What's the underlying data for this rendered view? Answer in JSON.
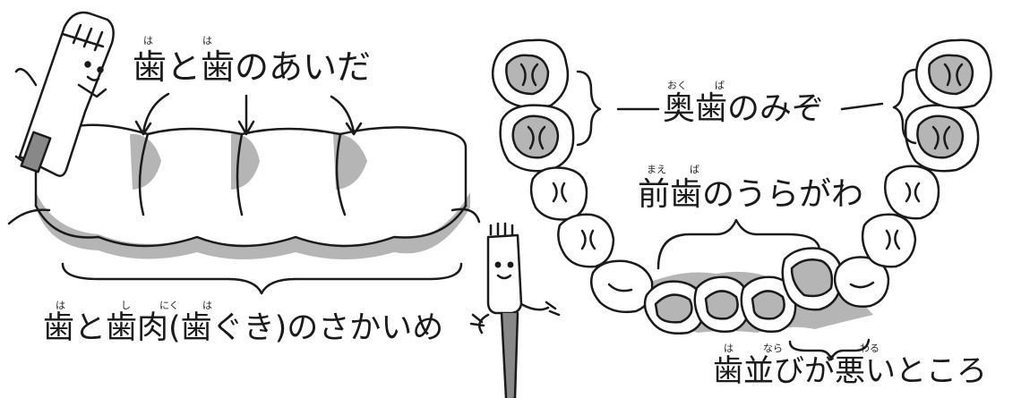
{
  "colors": {
    "ink": "#1a1a1a",
    "shade": "#b5b5b5",
    "background": "#ffffff"
  },
  "labels": {
    "between_teeth": {
      "text": "歯と歯のあいだ",
      "ruby": [
        "は",
        "は"
      ]
    },
    "gumline": {
      "text": "歯と歯肉(歯ぐき)のさかいめ",
      "ruby": [
        "は",
        "し",
        "にく",
        "は"
      ]
    },
    "molar_grooves": {
      "text": "奥歯のみぞ",
      "ruby": [
        "おく",
        "ば"
      ]
    },
    "front_back": {
      "text": "前歯のうらがわ",
      "ruby": [
        "まえ",
        "ば"
      ]
    },
    "crowded": {
      "text": "歯並びが悪いところ",
      "ruby": [
        "は",
        "なら",
        "わる"
      ]
    }
  },
  "icons": [
    "toothbrush-character-icon",
    "toothbrush-mascot-icon"
  ]
}
